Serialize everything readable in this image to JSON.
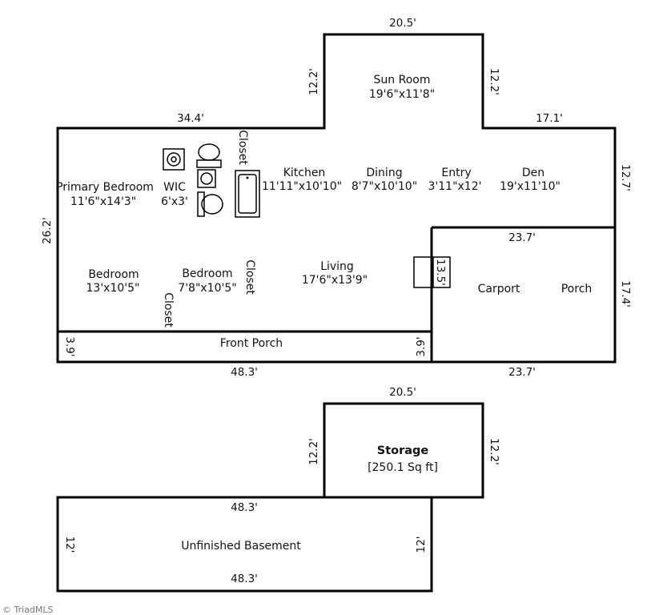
{
  "rooms": {
    "sun_room": {
      "name": "Sun Room",
      "size": "19'6\"x11'8\""
    },
    "primary_bedroom": {
      "name": "Primary Bedroom",
      "size": "11'6\"x14'3\""
    },
    "wic": {
      "name": "WIC",
      "size": "6'x3'"
    },
    "kitchen": {
      "name": "Kitchen",
      "size": "11'11\"x10'10\""
    },
    "dining": {
      "name": "Dining",
      "size": "8'7\"x10'10\""
    },
    "entry": {
      "name": "Entry",
      "size": "3'11\"x12'"
    },
    "den": {
      "name": "Den",
      "size": "19'x11'10\""
    },
    "bedroom_1": {
      "name": "Bedroom",
      "size": "13'x10'5\""
    },
    "bedroom_2": {
      "name": "Bedroom",
      "size": "7'8\"x10'5\""
    },
    "living": {
      "name": "Living",
      "size": "17'6\"x13'9\""
    },
    "carport": {
      "name": "Carport"
    },
    "porch": {
      "name": "Porch"
    },
    "front_porch": {
      "name": "Front Porch"
    },
    "storage": {
      "name": "Storage",
      "size": "[250.1 Sq ft]"
    },
    "unfinished_basement": {
      "name": "Unfinished Basement"
    }
  },
  "closets": {
    "closet_top": "Closet",
    "closet_mid": "Closet",
    "closet_low": "Closet"
  },
  "dimensions": {
    "sun_room_top": "20.5'",
    "sun_room_left": "12.2'",
    "sun_room_right": "12.2'",
    "main_top_left": "34.4'",
    "main_top_right": "17.1'",
    "den_right": "12.7'",
    "main_left": "26.2'",
    "carport_top": "23.7'",
    "carport_right": "17.4'",
    "stair_side": "13.5'",
    "front_porch_left": "3.9'",
    "front_porch_right": "3.9'",
    "main_bottom": "48.3'",
    "carport_bottom": "23.7'",
    "storage_top": "20.5'",
    "storage_left": "12.2'",
    "storage_right": "12.2'",
    "basement_top": "48.3'",
    "basement_left": "12'",
    "basement_right": "12'",
    "basement_bottom": "48.3'"
  },
  "watermark": "© TriadMLS"
}
